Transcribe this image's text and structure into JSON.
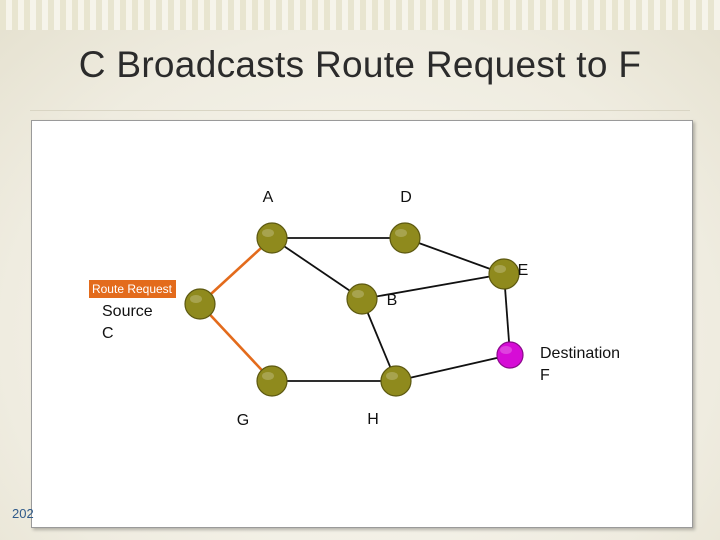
{
  "slide": {
    "title": "C Broadcasts Route Request to F",
    "page_number": "202"
  },
  "colors": {
    "node": "#8f8a1d",
    "destination": "#d60cd6",
    "edge": "#111111",
    "active_edge": "#e36b1c",
    "tag": "#e36b1c"
  },
  "diagram": {
    "nodes": [
      {
        "id": "A",
        "label": "A",
        "role": "router"
      },
      {
        "id": "D",
        "label": "D",
        "role": "router"
      },
      {
        "id": "E",
        "label": "E",
        "role": "router"
      },
      {
        "id": "B",
        "label": "B",
        "role": "router"
      },
      {
        "id": "C",
        "label_line1": "Source",
        "label_line2": "C",
        "role": "source"
      },
      {
        "id": "F",
        "label_line1": "Destination",
        "label_line2": "F",
        "role": "destination"
      },
      {
        "id": "G",
        "label": "G",
        "role": "router"
      },
      {
        "id": "H",
        "label": "H",
        "role": "router"
      }
    ],
    "edges": [
      {
        "from": "A",
        "to": "D",
        "active": false
      },
      {
        "from": "A",
        "to": "B",
        "active": false
      },
      {
        "from": "D",
        "to": "E",
        "active": false
      },
      {
        "from": "E",
        "to": "B",
        "active": false
      },
      {
        "from": "E",
        "to": "F",
        "active": false
      },
      {
        "from": "B",
        "to": "H",
        "active": false
      },
      {
        "from": "G",
        "to": "H",
        "active": false
      },
      {
        "from": "H",
        "to": "F",
        "active": false
      },
      {
        "from": "C",
        "to": "A",
        "active": true
      },
      {
        "from": "C",
        "to": "G",
        "active": true
      }
    ],
    "message_tag": "Route Request"
  }
}
